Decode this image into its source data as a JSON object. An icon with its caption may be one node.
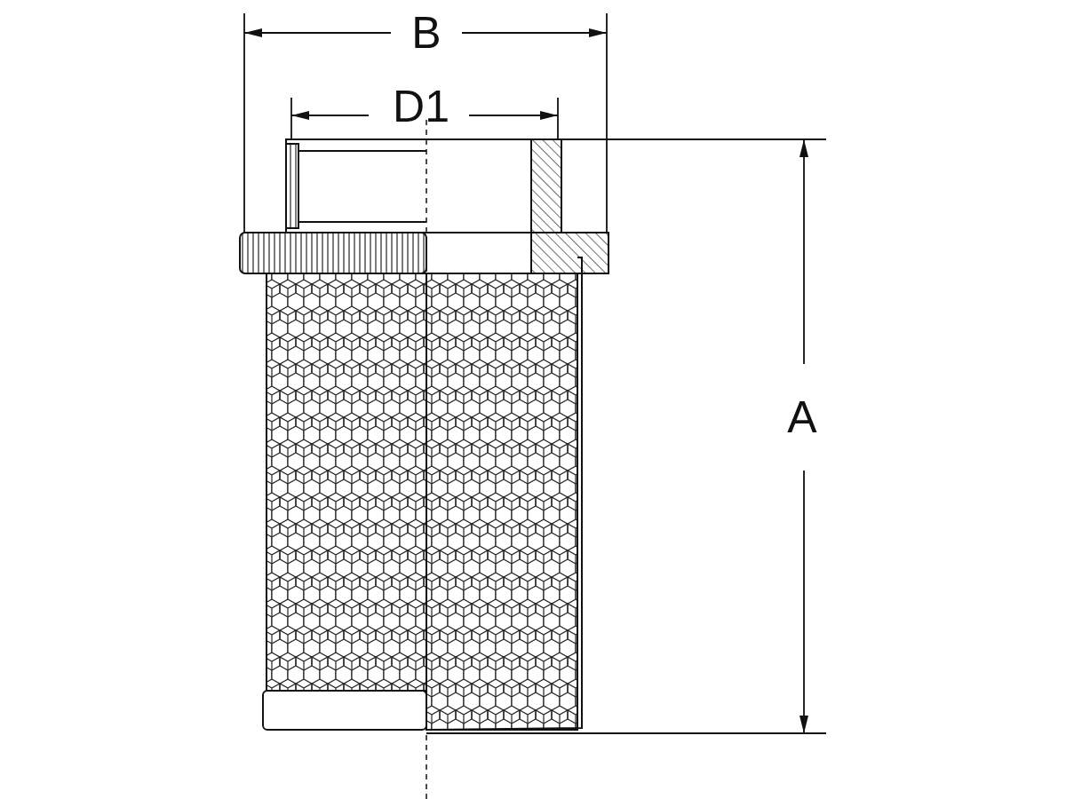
{
  "diagram": {
    "labels": [
      "B",
      "D1",
      "A"
    ]
  }
}
